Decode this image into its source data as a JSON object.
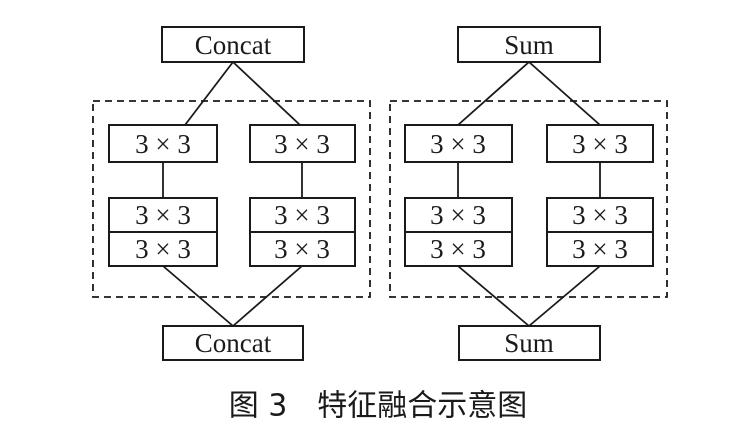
{
  "diagram": {
    "left": {
      "top_label": "Concat",
      "bottom_label": "Concat",
      "conv_a1": "3 × 3",
      "conv_b1": "3 × 3",
      "conv_a2": "3 × 3",
      "conv_a3": "3 × 3",
      "conv_b2": "3 × 3",
      "conv_b3": "3 × 3"
    },
    "right": {
      "top_label": "Sum",
      "bottom_label": "Sum",
      "conv_a1": "3 × 3",
      "conv_b1": "3 × 3",
      "conv_a2": "3 × 3",
      "conv_a3": "3 × 3",
      "conv_b2": "3 × 3",
      "conv_b3": "3 × 3"
    }
  },
  "caption": "图 3　特征融合示意图"
}
